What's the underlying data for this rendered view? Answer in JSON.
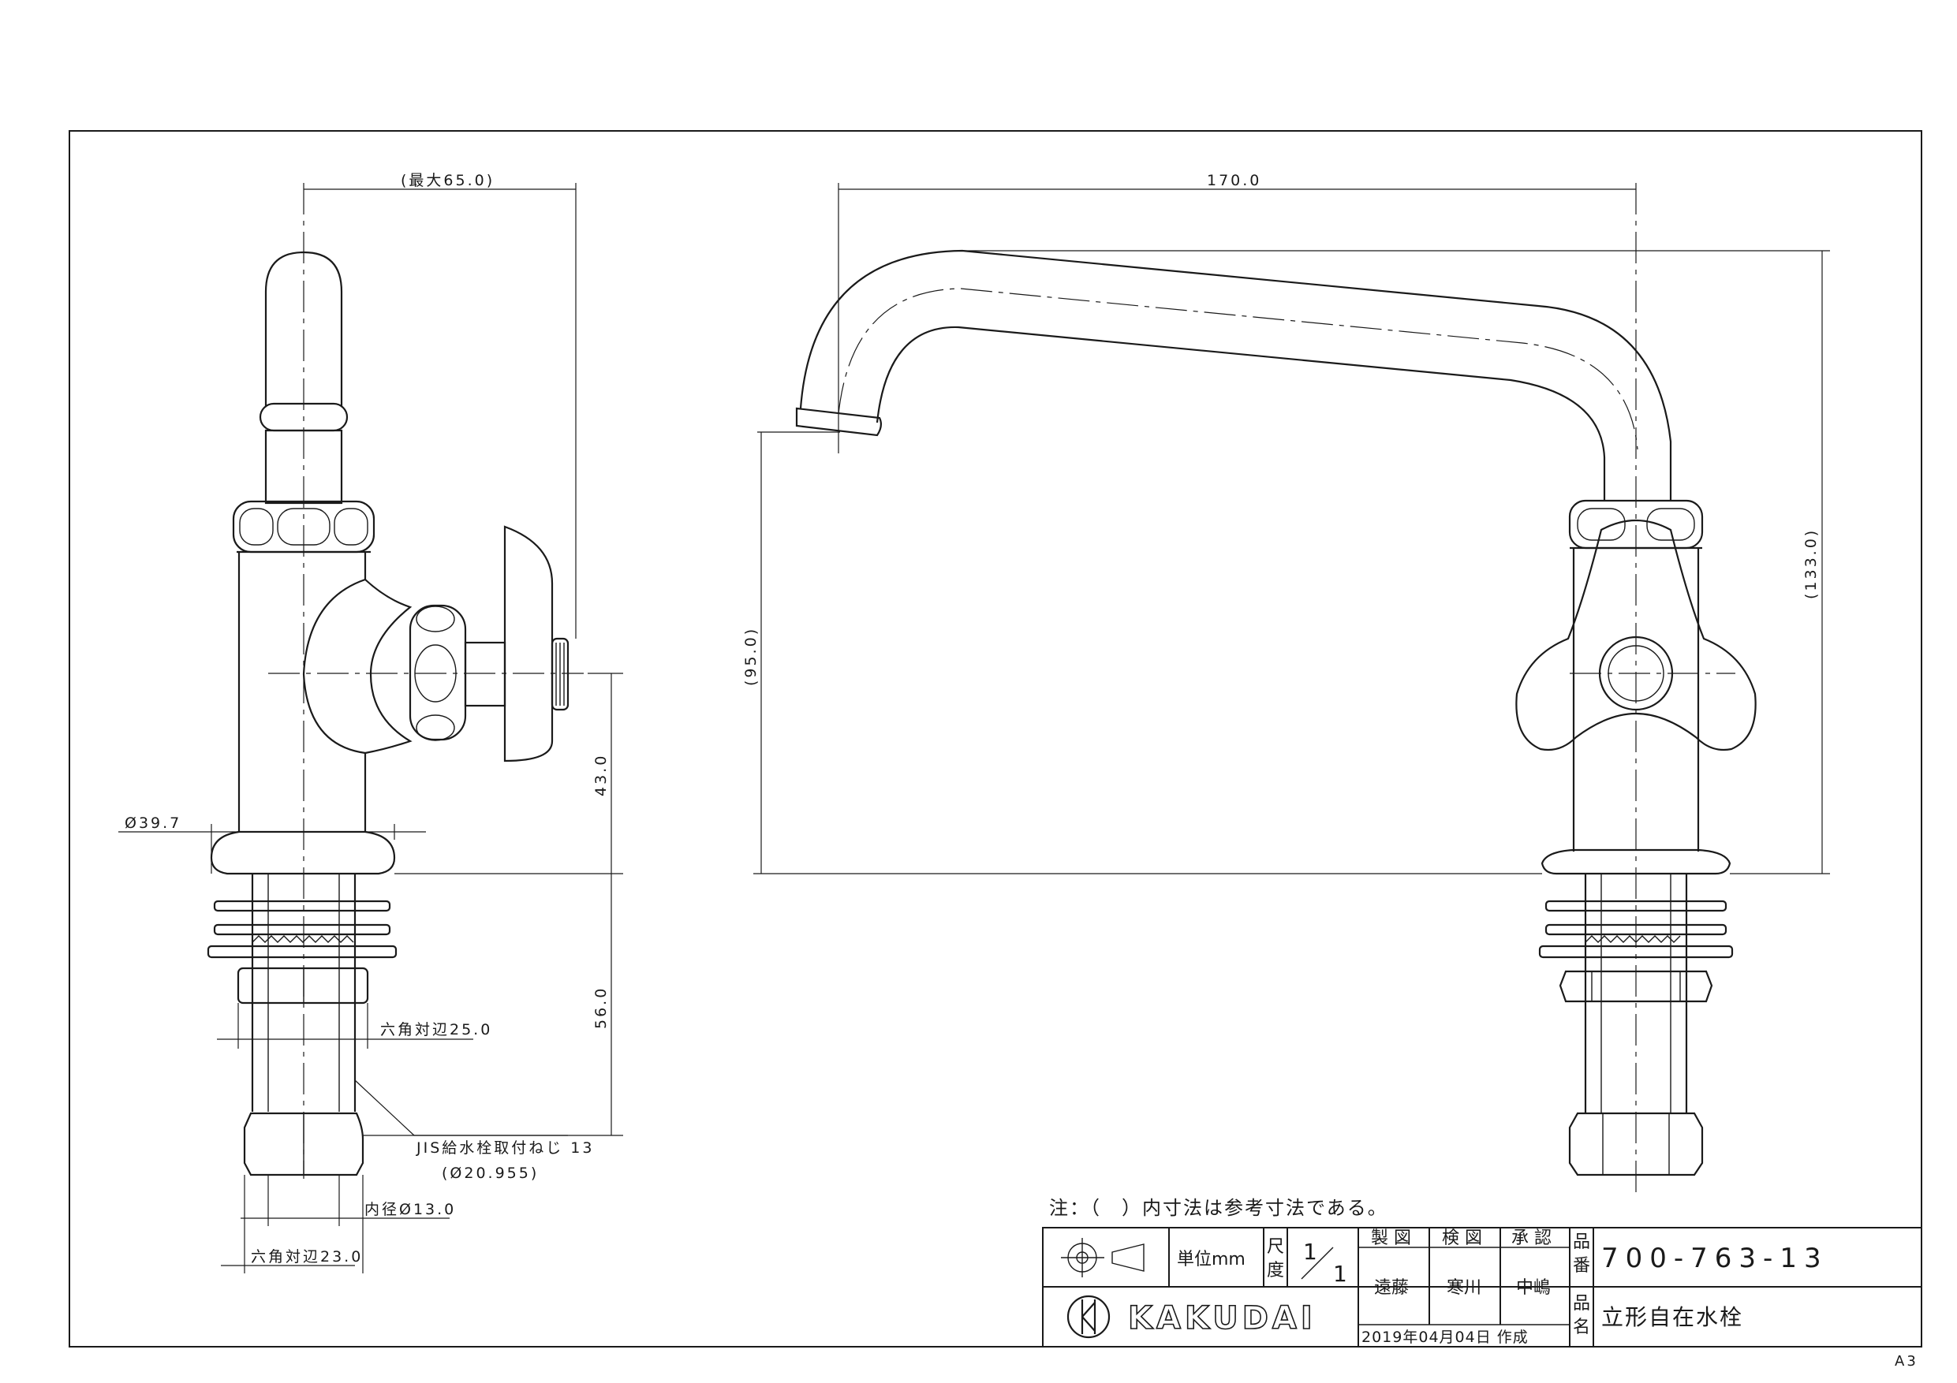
{
  "dimensions": {
    "max_width": "(最大65.0)",
    "spout_length": "170.0",
    "height_133": "(133.0)",
    "height_95": "(95.0)",
    "handle_height": "43.0",
    "thread_length": "56.0",
    "base_diameter": "Ø39.7",
    "hex_25": "六角対辺25.0",
    "jis_thread": "JIS給水栓取付ねじ 13",
    "jis_thread_dia": "(Ø20.955)",
    "inner_dia": "内径Ø13.0",
    "hex_23": "六角対辺23.0"
  },
  "note": "注：（　）内寸法は参考寸法である。",
  "title_block": {
    "unit": "単位mm",
    "scale_label_1": "尺",
    "scale_label_2": "度",
    "scale_num": "1",
    "scale_den": "1",
    "draw_header": "製 図",
    "check_header": "検 図",
    "approve_header": "承 認",
    "drawer": "遠藤",
    "checker": "寒川",
    "approver": "中嶋",
    "date": "2019年04月04日 作成",
    "part_no_label_1": "品",
    "part_no_label_2": "番",
    "part_no": "700-763-13",
    "name_label_1": "品",
    "name_label_2": "名",
    "product_name": "立形自在水栓",
    "logo_text": "KAKUDAI"
  },
  "sheet_size": "A3"
}
